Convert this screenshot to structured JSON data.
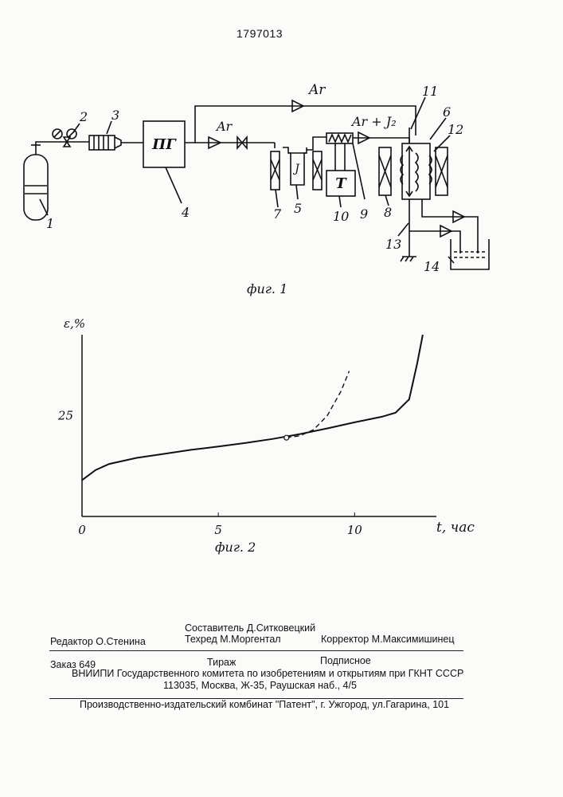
{
  "page": {
    "patent_number": "1797013"
  },
  "figure1": {
    "caption": "фиг. 1",
    "box_pg_label": "ПГ",
    "box_t_label": "Т",
    "box_j_label": "J",
    "gas_ar_top": "Ar",
    "gas_ar_mid": "Ar",
    "gas_ar_j2": "Ar + J₂",
    "labels": {
      "n1": "1",
      "n2": "2",
      "n3": "3",
      "n4": "4",
      "n5": "5",
      "n6": "6",
      "n7": "7",
      "n8": "8",
      "n9": "9",
      "n10": "10",
      "n11": "11",
      "n12": "12",
      "n13": "13",
      "n14": "14"
    }
  },
  "figure2": {
    "caption": "фиг. 2",
    "ylabel": "ε,%",
    "xlabel": "t, час"
  },
  "chart_data": {
    "type": "line",
    "title": "",
    "xlabel": "t, час",
    "ylabel": "ε,%",
    "xlim": [
      0,
      13
    ],
    "ylim": [
      0,
      45
    ],
    "x_ticks": [
      "0",
      "5",
      "10"
    ],
    "y_ticks": [
      "25"
    ],
    "series": [
      {
        "style": "solid",
        "x": [
          0,
          0.5,
          1,
          2,
          3,
          4,
          5,
          6,
          7,
          8,
          9,
          10,
          11,
          11.5,
          12,
          12.3,
          12.5
        ],
        "y": [
          9,
          11.5,
          13,
          14.5,
          15.5,
          16.5,
          17.3,
          18.2,
          19.2,
          20.4,
          21.8,
          23.3,
          24.7,
          25.7,
          29,
          38,
          45
        ]
      },
      {
        "style": "dashed",
        "x": [
          7.5,
          8,
          8.5,
          9,
          9.5,
          9.8
        ],
        "y": [
          19.5,
          20,
          21.5,
          25,
          31,
          36
        ]
      }
    ],
    "marker": {
      "x": 7.5,
      "y": 19.5,
      "shape": "open-circle"
    }
  },
  "footer": {
    "compiler": "Составитель  Д.Ситковецкий",
    "editor": "Редактор  О.Стенина",
    "techred": "Техред М.Моргентал",
    "corrector": "Корректор   М.Максимишинец",
    "order": "Заказ  649",
    "circulation": "Тираж",
    "subscription": "Подписное",
    "org_line1": "ВНИИПИ Государственного комитета по изобретениям и открытиям при ГКНТ СССР",
    "org_line2": "113035, Москва, Ж-35, Раушская наб., 4/5",
    "publisher": "Производственно-издательский комбинат \"Патент\", г. Ужгород, ул.Гагарина, 101"
  }
}
